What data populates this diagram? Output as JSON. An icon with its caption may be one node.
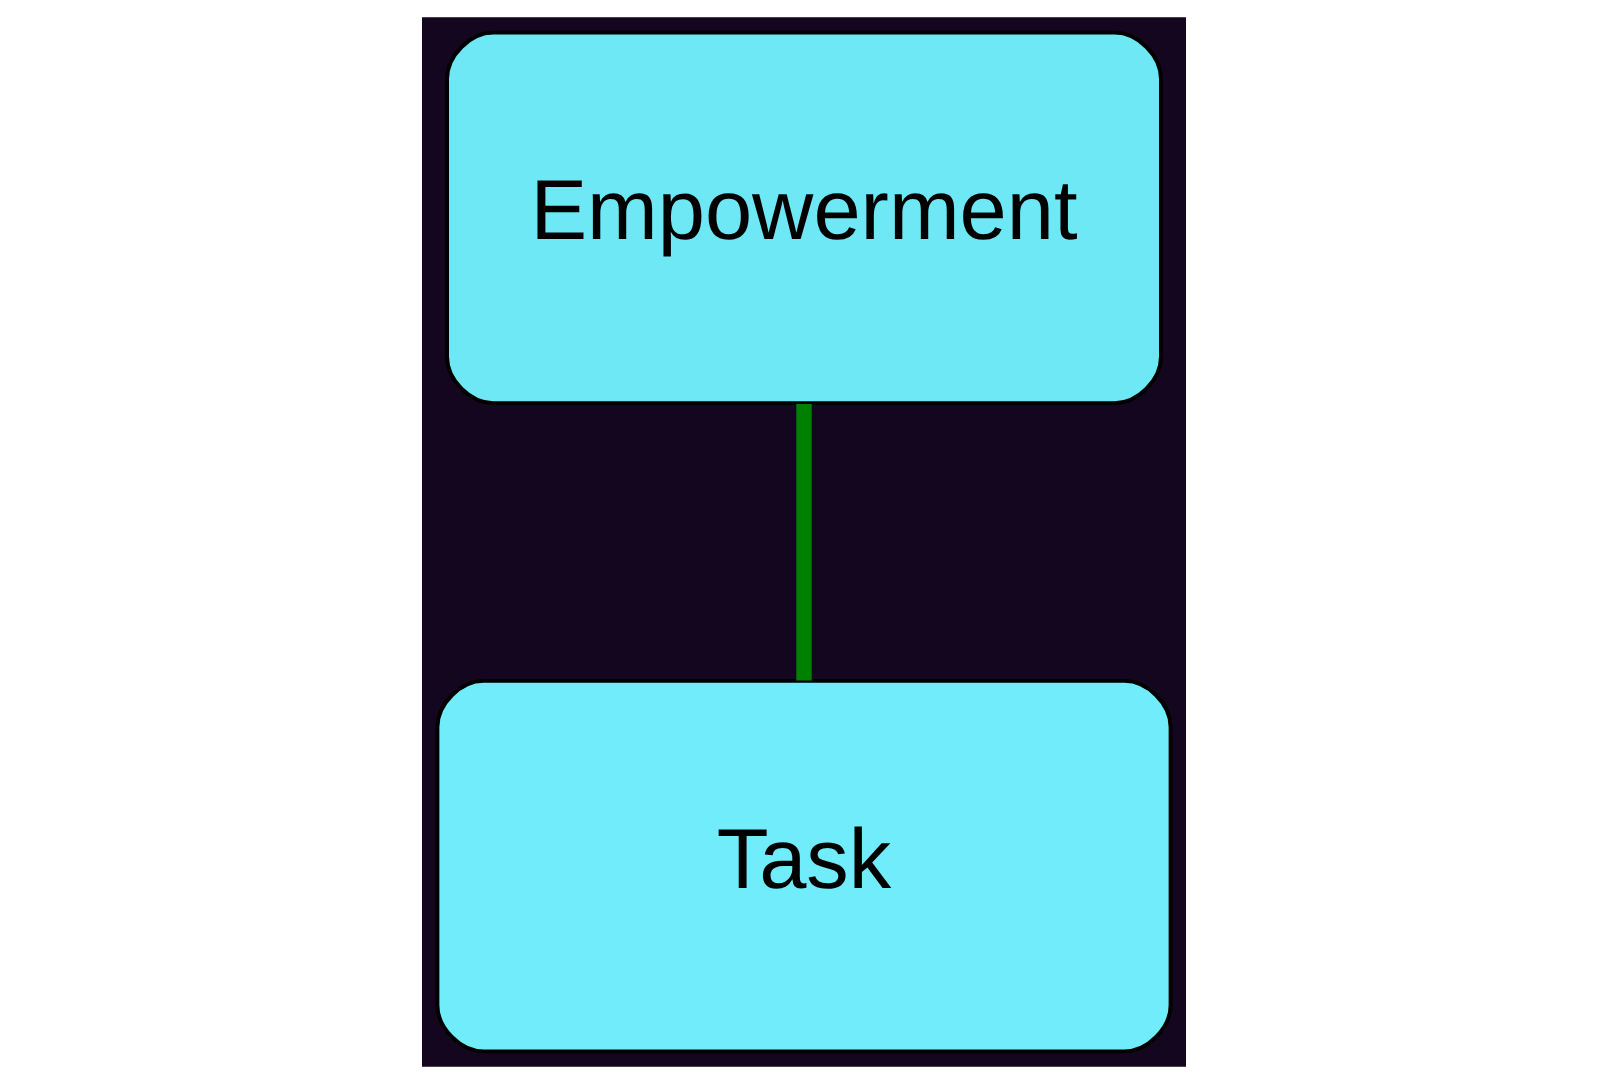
{
  "diagram": {
    "nodes": [
      {
        "text": [
          "Empowerment"
        ]
      },
      {
        "text": [
          "Task"
        ]
      }
    ],
    "edges": [
      {
        "from": 1,
        "to": 0,
        "arrow": "none",
        "color": "#008000"
      }
    ]
  }
}
